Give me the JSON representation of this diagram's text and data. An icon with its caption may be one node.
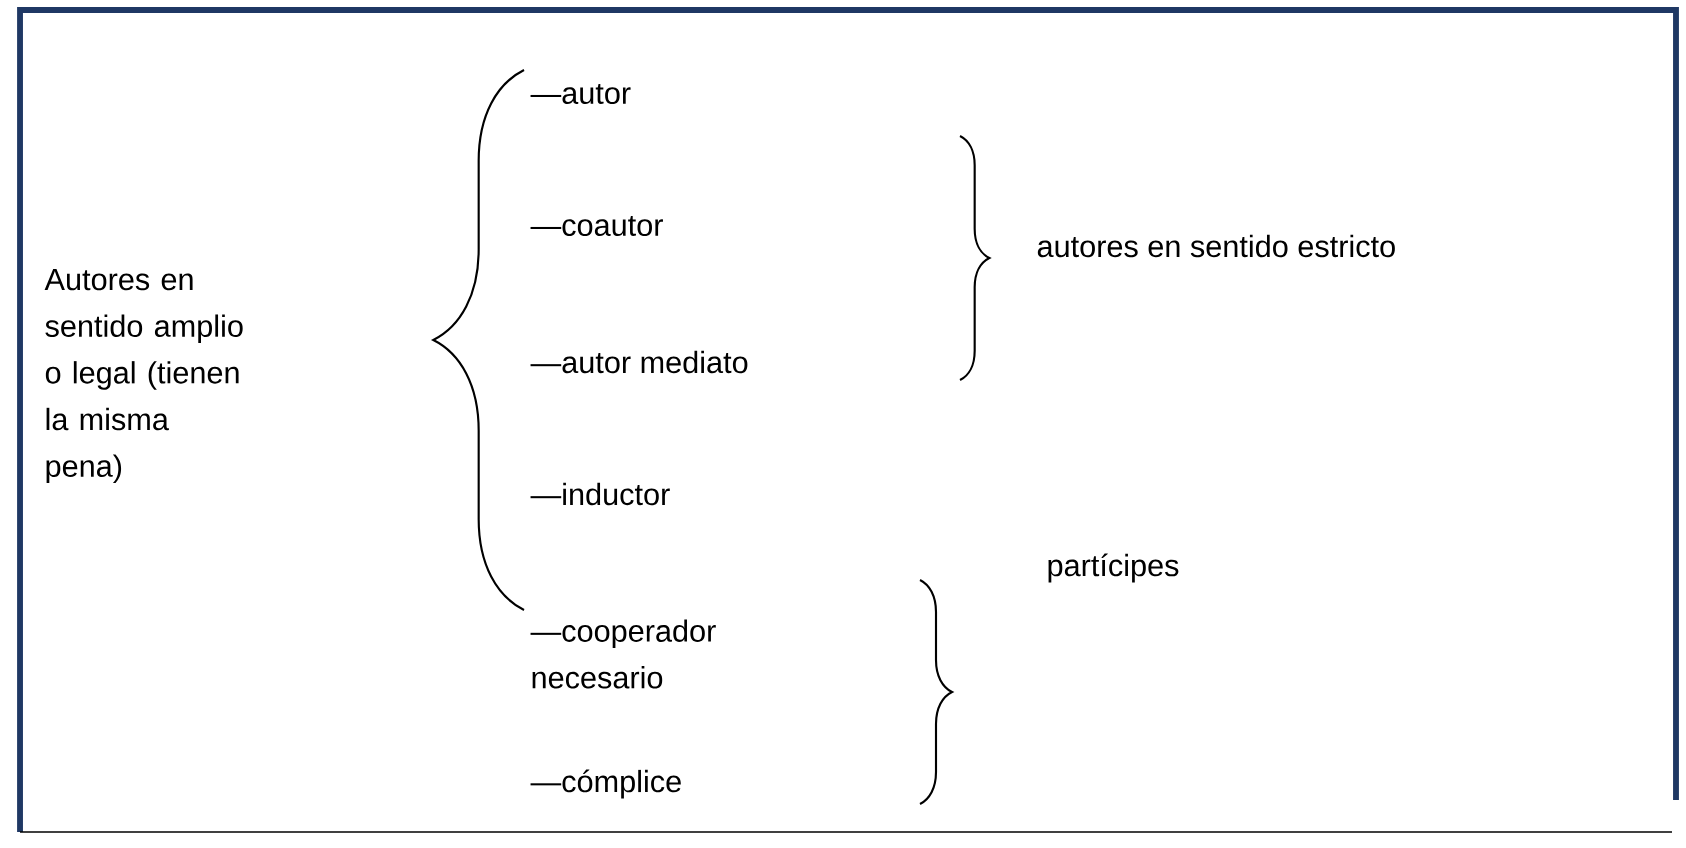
{
  "diagram": {
    "labels": [
      "Autores en sentido amplio o legal (tienen la misma pena)",
      "—autor",
      "—coautor",
      "—autor mediato",
      "—inductor",
      "—cooperador necesario",
      "—cómplice",
      "autores en sentido estricto",
      "partícipes"
    ]
  }
}
